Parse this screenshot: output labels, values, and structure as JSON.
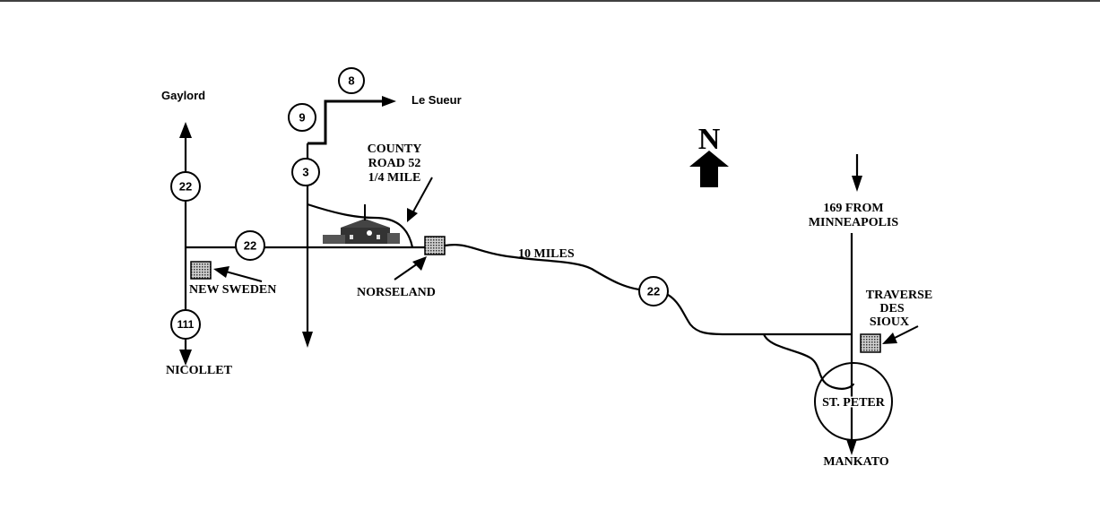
{
  "labels": {
    "gaylord": "Gaylord",
    "le_sueur": "Le Sueur",
    "nicollet": "NICOLLET",
    "new_sweden": "NEW SWEDEN",
    "norseland": "NORSELAND",
    "county_road_line1": "COUNTY",
    "county_road_line2": "ROAD 52",
    "county_road_line3": "1/4 MILE",
    "ten_miles": "10 MILES",
    "from_minneapolis_line1": "169 FROM",
    "from_minneapolis_line2": "MINNEAPOLIS",
    "traverse_line1": "TRAVERSE",
    "traverse_line2": "DES",
    "traverse_line3": "SIOUX",
    "st_peter": "ST. PETER",
    "mankato": "MANKATO",
    "north": "N"
  },
  "route_shields": {
    "hwy8": "8",
    "hwy9": "9",
    "hwy3": "3",
    "hwy22_north": "22",
    "hwy22_west": "22",
    "hwy22_east": "22",
    "hwy111": "111"
  }
}
